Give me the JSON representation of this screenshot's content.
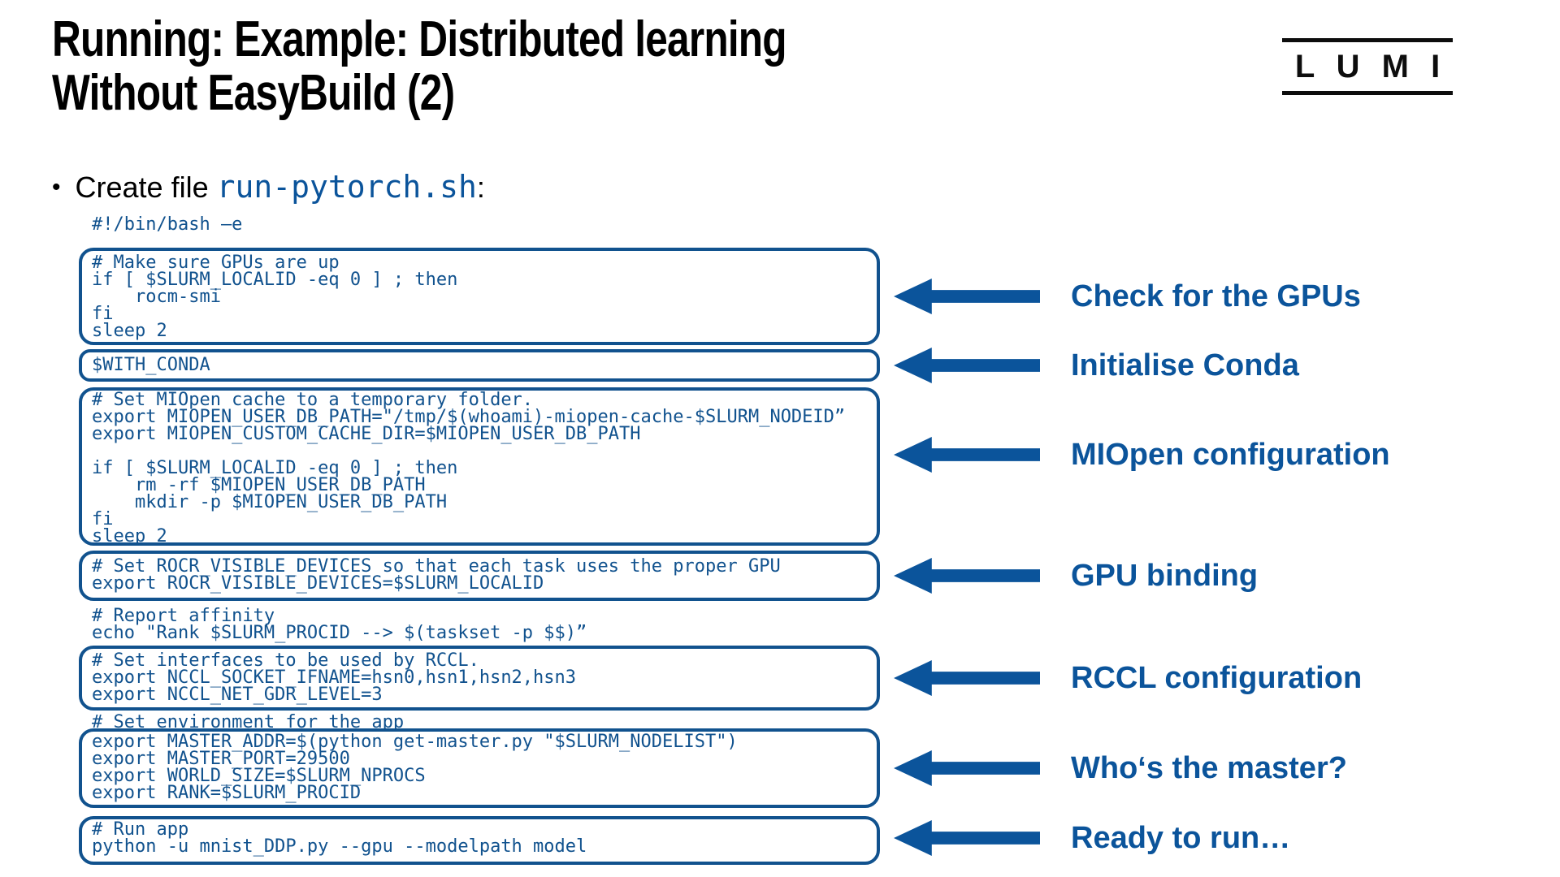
{
  "title": {
    "line1": "Running: Example: Distributed learning",
    "line2": "Without EasyBuild (2)"
  },
  "logo": {
    "text": "L U M I"
  },
  "bullet": {
    "prefix": "Create file ",
    "filename": "run-pytorch.sh",
    "suffix": ":"
  },
  "code": {
    "shebang": "#!/bin/bash –e",
    "gpu_check": "# Make sure GPUs are up\nif [ $SLURM_LOCALID -eq 0 ] ; then\n    rocm-smi\nfi\nsleep 2",
    "conda": "$WITH_CONDA",
    "miopen": "# Set MIOpen cache to a temporary folder.\nexport MIOPEN_USER_DB_PATH=\"/tmp/$(whoami)-miopen-cache-$SLURM_NODEID”\nexport MIOPEN_CUSTOM_CACHE_DIR=$MIOPEN_USER_DB_PATH\n\nif [ $SLURM_LOCALID -eq 0 ] ; then\n    rm -rf $MIOPEN_USER_DB_PATH\n    mkdir -p $MIOPEN_USER_DB_PATH\nfi\nsleep 2",
    "rocr": "# Set ROCR_VISIBLE_DEVICES so that each task uses the proper GPU\nexport ROCR_VISIBLE_DEVICES=$SLURM_LOCALID",
    "affinity": "# Report affinity\necho \"Rank $SLURM_PROCID --> $(taskset -p $$)”",
    "rccl": "# Set interfaces to be used by RCCL.\nexport NCCL_SOCKET_IFNAME=hsn0,hsn1,hsn2,hsn3\nexport NCCL_NET_GDR_LEVEL=3",
    "env_comment": "# Set environment for the app",
    "master": "export MASTER_ADDR=$(python get-master.py \"$SLURM_NODELIST\")\nexport MASTER_PORT=29500\nexport WORLD_SIZE=$SLURM_NPROCS\nexport RANK=$SLURM_PROCID",
    "run": "# Run app\npython -u mnist_DDP.py --gpu --modelpath model"
  },
  "annotations": [
    {
      "label": "Check for the GPUs"
    },
    {
      "label": "Initialise Conda"
    },
    {
      "label": "MIOpen configuration"
    },
    {
      "label": "GPU binding"
    },
    {
      "label": "RCCL configuration"
    },
    {
      "label": "Who‘s the master?"
    },
    {
      "label": "Ready to run…"
    }
  ],
  "colors": {
    "code_blue": "#11528e",
    "accent_blue": "#0b549b",
    "title_black": "#000000",
    "background": "#ffffff"
  }
}
